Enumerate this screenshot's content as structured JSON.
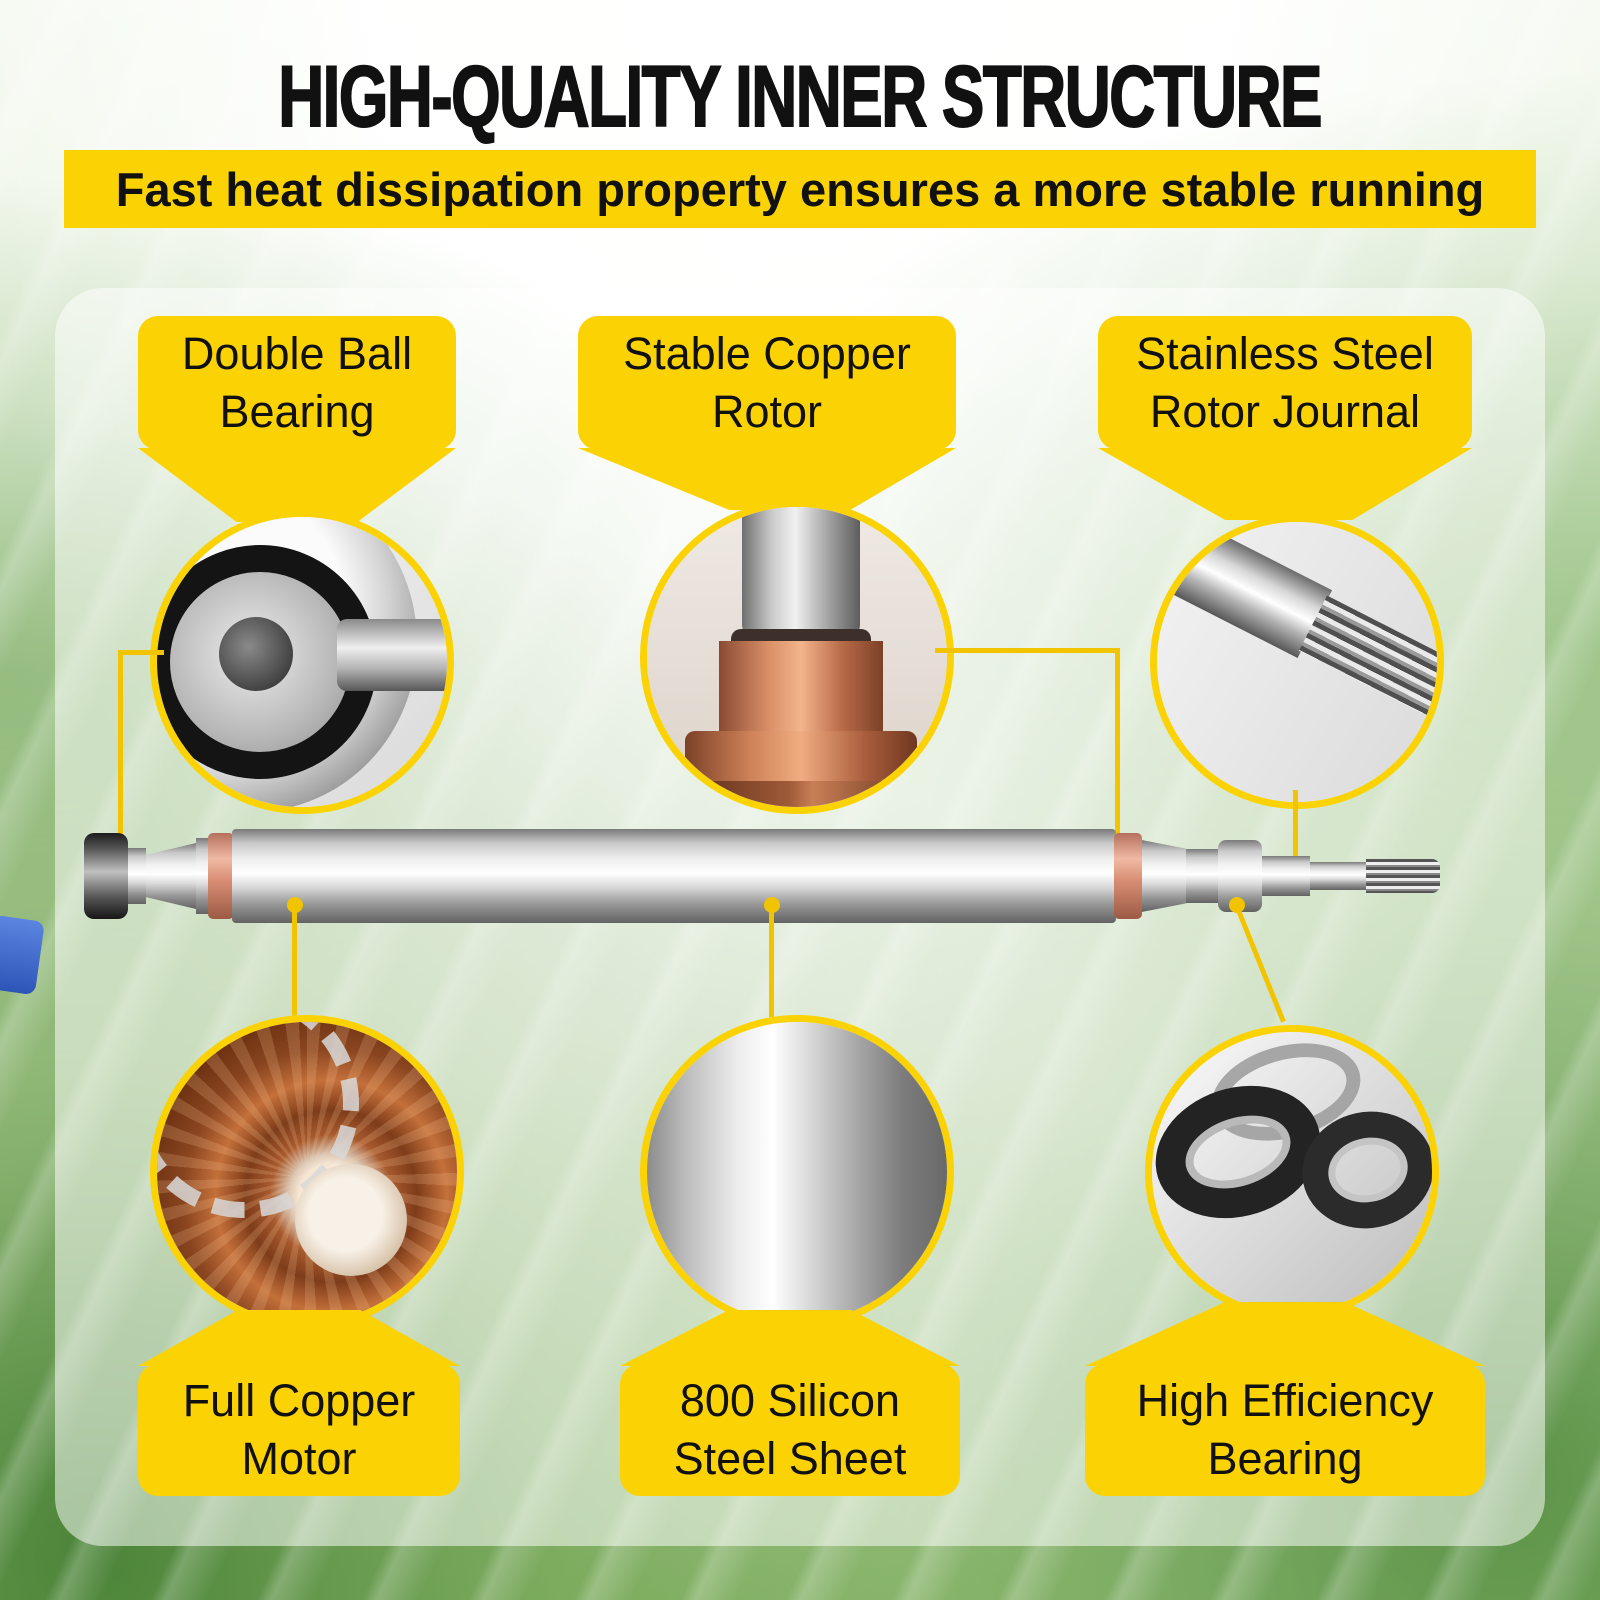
{
  "page": {
    "title": "HIGH-QUALITY INNER STRUCTURE",
    "banner": "Fast heat dissipation property ensures a more stable running"
  },
  "colors": {
    "accent_yellow": "#FBD304",
    "connector_yellow": "#F2C400",
    "text": "#111111"
  },
  "callouts": {
    "top": [
      {
        "label": "Double Ball\nBearing",
        "image": "ball-bearing-closeup"
      },
      {
        "label": "Stable Copper\nRotor",
        "image": "copper-rotor-closeup"
      },
      {
        "label": "Stainless Steel\nRotor Journal",
        "image": "splined-journal-closeup"
      }
    ],
    "bottom": [
      {
        "label": "Full Copper\nMotor",
        "image": "copper-winding-closeup"
      },
      {
        "label": "800 Silicon\nSteel Sheet",
        "image": "steel-cylinder-closeup"
      },
      {
        "label": "High Efficiency\nBearing",
        "image": "bearings-closeup"
      }
    ]
  },
  "diagram": {
    "subject": "motor rotor shaft"
  }
}
